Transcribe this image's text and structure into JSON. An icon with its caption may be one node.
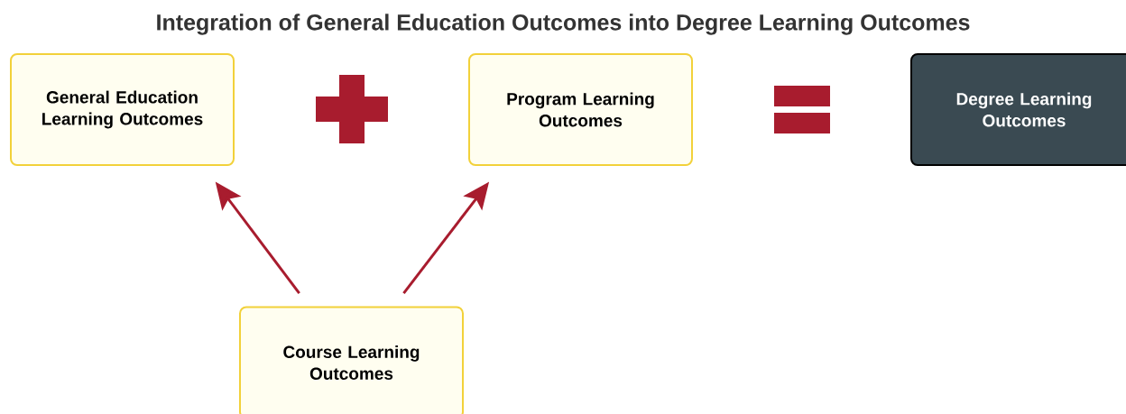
{
  "diagram": {
    "title": "Integration of General Education Outcomes into Degree Learning Outcomes",
    "nodes": [
      {
        "text": [
          "General Education Learning Outcomes"
        ]
      },
      {
        "text": [
          "Program Learning Outcomes"
        ]
      },
      {
        "text": [
          "Degree Learning Outcomes"
        ]
      },
      {
        "text": [
          "Course Learning Outcomes"
        ]
      }
    ],
    "edges": [
      {
        "from": 3,
        "to": 0,
        "arrow": "to"
      },
      {
        "from": 3,
        "to": 1,
        "arrow": "to"
      }
    ]
  }
}
